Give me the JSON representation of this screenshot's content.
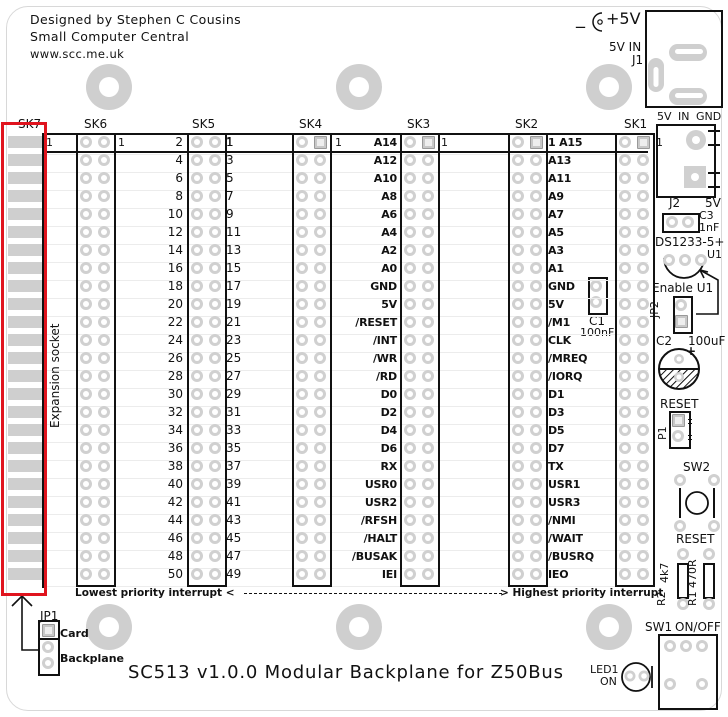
{
  "board": {
    "credits": [
      "Designed by Stephen C Cousins",
      "Small Computer Central",
      "www.scc.me.uk"
    ],
    "title": "SC513 v1.0.0 Modular Backplane for Z50Bus",
    "expansion_label": "Expansion socket",
    "priority_low": "Lowest priority interrupt <",
    "priority_high": "> Highest priority interrupt",
    "highlight_color": "#e0141e"
  },
  "sockets": {
    "sk7": "SK7",
    "sk6": "SK6",
    "sk5": "SK5",
    "sk4": "SK4",
    "sk3": "SK3",
    "sk2": "SK2",
    "sk1": "SK1",
    "pin1_marker": "1"
  },
  "pins_even": [
    "2",
    "4",
    "6",
    "8",
    "10",
    "12",
    "14",
    "16",
    "18",
    "20",
    "22",
    "24",
    "26",
    "28",
    "30",
    "32",
    "34",
    "36",
    "38",
    "40",
    "42",
    "44",
    "46",
    "48",
    "50"
  ],
  "pins_odd": [
    "1",
    "3",
    "5",
    "7",
    "9",
    "11",
    "13",
    "15",
    "17",
    "19",
    "21",
    "23",
    "25",
    "27",
    "29",
    "31",
    "33",
    "35",
    "37",
    "39",
    "41",
    "43",
    "45",
    "47",
    "49"
  ],
  "signals_left": [
    "A14",
    "A12",
    "A10",
    "A8",
    "A6",
    "A4",
    "A2",
    "A0",
    "GND",
    "5V",
    "/RESET",
    "/INT",
    "/WR",
    "/RD",
    "D0",
    "D2",
    "D4",
    "D6",
    "RX",
    "USR0",
    "USR2",
    "/RFSH",
    "/HALT",
    "/BUSAK",
    "IEI"
  ],
  "signals_right": [
    "1  A15",
    "A13",
    "A11",
    "A9",
    "A7",
    "A5",
    "A3",
    "A1",
    "GND",
    "5V",
    "/M1",
    "CLK",
    "/MREQ",
    "/IORQ",
    "D1",
    "D3",
    "D5",
    "D7",
    "TX",
    "USR1",
    "USR3",
    "/NMI",
    "/WAIT",
    "/BUSRQ",
    "IEO"
  ],
  "power": {
    "symbol_minus": "_",
    "symbol_plus": "+5V",
    "j1_in": "5V IN",
    "j1": "J1",
    "j2_header": "5V IN   GND",
    "j2": "J2",
    "j2_5v": "5V"
  },
  "components": {
    "c3": "C3",
    "c3_val": "1nF",
    "u1_part": "DS1233-5+",
    "u1": "U1",
    "enable": "Enable U1",
    "jp2": "JP2",
    "c2": "C2",
    "c2_val": "100uF",
    "c2_plus": "+",
    "reset_p1": "RESET",
    "p1": "P1",
    "sw2": "SW2",
    "sw2_reset": "RESET",
    "r2": "R2",
    "r2_val": "4k7",
    "r1": "R1",
    "r1_val": "470R",
    "sw1": "SW1",
    "sw1_val": "ON/OFF",
    "led1": "LED1",
    "led1_val": "ON",
    "c1": "C1",
    "c1_val": "100nF",
    "jp1": "JP1",
    "jp1_card": "Card",
    "jp1_backplane": "Backplane"
  }
}
